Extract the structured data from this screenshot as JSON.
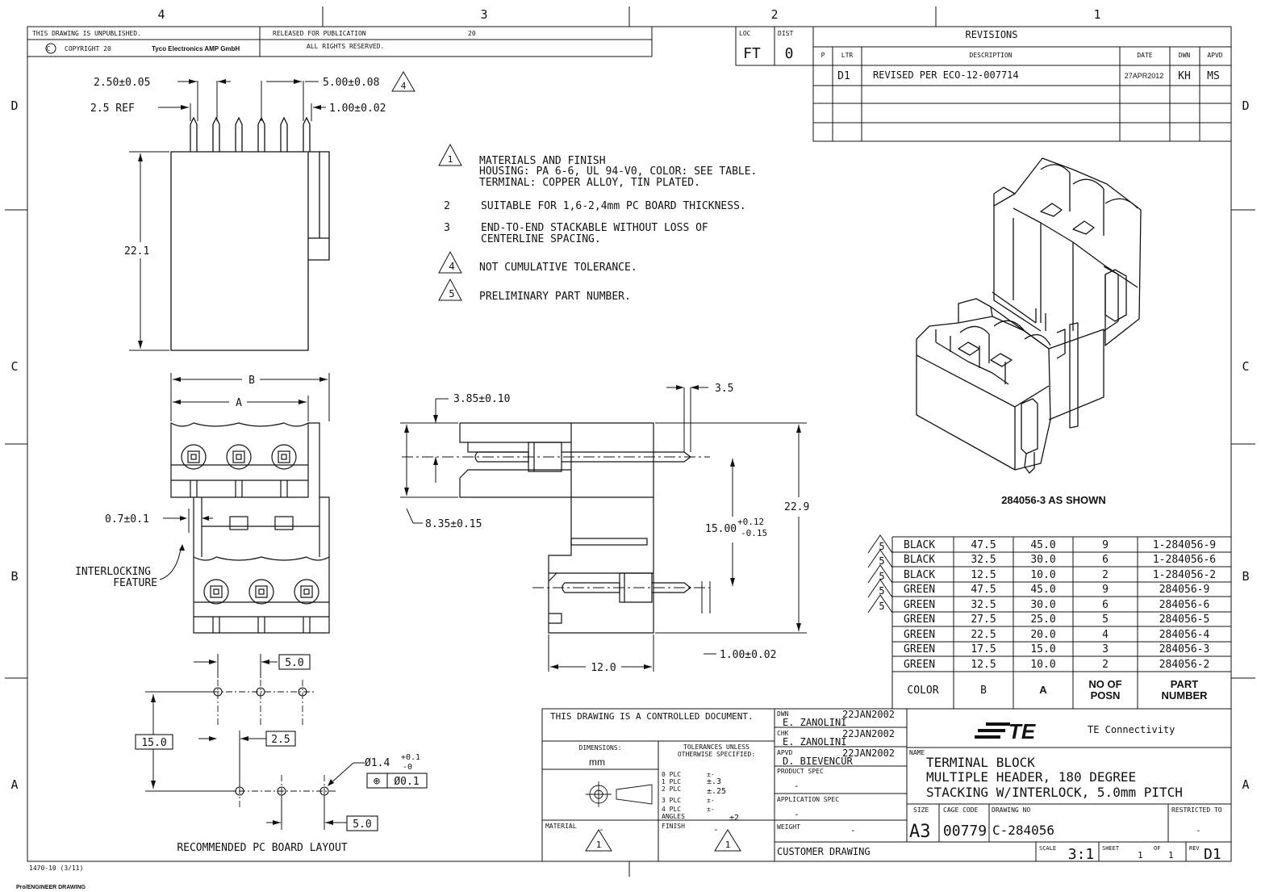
{
  "frame": {
    "cols": [
      "4",
      "3",
      "2",
      "1"
    ],
    "rows": [
      "D",
      "C",
      "B",
      "A"
    ]
  },
  "header": {
    "unpublished": "THIS DRAWING IS UNPUBLISHED.",
    "released": "RELEASED FOR PUBLICATION",
    "released_year": "20",
    "copyright": "COPYRIGHT 20",
    "company": "Tyco Electronics AMP GmbH",
    "rights": "ALL RIGHTS RESERVED.",
    "loc_label": "LOC",
    "loc_value": "FT",
    "dist_label": "DIST",
    "dist_value": "0"
  },
  "revisions": {
    "title": "REVISIONS",
    "headers": [
      "P",
      "LTR",
      "DESCRIPTION",
      "DATE",
      "DWN",
      "APVD"
    ],
    "rows": [
      {
        "p": "",
        "ltr": "D1",
        "desc": "REVISED PER ECO-12-007714",
        "date": "27APR2012",
        "dwn": "KH",
        "apvd": "MS"
      }
    ]
  },
  "notes": [
    {
      "num": "1",
      "flag": true,
      "lines": [
        "MATERIALS AND FINISH",
        "HOUSING: PA 6-6, UL 94-V0, COLOR: SEE TABLE.",
        "TERMINAL: COPPER ALLOY, TIN PLATED."
      ]
    },
    {
      "num": "2",
      "flag": false,
      "lines": [
        "SUITABLE FOR 1,6-2,4mm PC BOARD THICKNESS."
      ]
    },
    {
      "num": "3",
      "flag": false,
      "lines": [
        "END-TO-END STACKABLE WITHOUT LOSS OF",
        "CENTERLINE SPACING."
      ]
    },
    {
      "num": "4",
      "flag": true,
      "lines": [
        "NOT CUMULATIVE TOLERANCE."
      ]
    },
    {
      "num": "5",
      "flag": true,
      "lines": [
        "PRELIMINARY PART NUMBER."
      ]
    }
  ],
  "dims": {
    "d1": "2.50±0.05",
    "d2": "5.00±0.08",
    "d2_flag": "4",
    "d3": "2.5 REF",
    "d4": "1.00±0.02",
    "d5": "22.1",
    "b": "B",
    "a": "A",
    "d6": "0.7±0.1",
    "interlock1": "INTERLOCKING",
    "interlock2": "FEATURE",
    "s1": "3.85±0.10",
    "s2": "3.5",
    "s3": "8.35±0.15",
    "s4": "22.9",
    "s5": "15.00",
    "s5_up": "+0.12",
    "s5_dn": "-0.15",
    "s6": "1.00±0.02",
    "s7": "12.0"
  },
  "pcb": {
    "p1": "5.0",
    "p2": "15.0",
    "p3": "2.5",
    "p4": "5.0",
    "hole": "Ø1.4",
    "hole_up": "+0.1",
    "hole_dn": "-0",
    "tol_sym": "⊕",
    "tol_val": "Ø0.1",
    "title": "RECOMMENDED PC BOARD LAYOUT"
  },
  "iso_caption": "284056-3 AS SHOWN",
  "part_table": {
    "headers": [
      "COLOR",
      "B",
      "A",
      "NO OF POSN",
      "PART NUMBER"
    ],
    "rows": [
      {
        "flag": "5",
        "color": "BLACK",
        "b": "47.5",
        "a": "45.0",
        "posn": "9",
        "part": "1-284056-9"
      },
      {
        "flag": "5",
        "color": "BLACK",
        "b": "32.5",
        "a": "30.0",
        "posn": "6",
        "part": "1-284056-6"
      },
      {
        "flag": "5",
        "color": "BLACK",
        "b": "12.5",
        "a": "10.0",
        "posn": "2",
        "part": "1-284056-2"
      },
      {
        "flag": "5",
        "color": "GREEN",
        "b": "47.5",
        "a": "45.0",
        "posn": "9",
        "part": "284056-9"
      },
      {
        "flag": "5",
        "color": "GREEN",
        "b": "32.5",
        "a": "30.0",
        "posn": "6",
        "part": "284056-6"
      },
      {
        "flag": "",
        "color": "GREEN",
        "b": "27.5",
        "a": "25.0",
        "posn": "5",
        "part": "284056-5"
      },
      {
        "flag": "",
        "color": "GREEN",
        "b": "22.5",
        "a": "20.0",
        "posn": "4",
        "part": "284056-4"
      },
      {
        "flag": "",
        "color": "GREEN",
        "b": "17.5",
        "a": "15.0",
        "posn": "3",
        "part": "284056-3"
      },
      {
        "flag": "",
        "color": "GREEN",
        "b": "12.5",
        "a": "10.0",
        "posn": "2",
        "part": "284056-2"
      }
    ]
  },
  "title_block": {
    "controlled": "THIS DRAWING IS A CONTROLLED DOCUMENT.",
    "dimensions_label": "DIMENSIONS:",
    "dimensions_unit": "mm",
    "tol_label1": "TOLERANCES UNLESS",
    "tol_label2": "OTHERWISE SPECIFIED:",
    "tol_rows": [
      {
        "k": "0 PLC",
        "v": "±-"
      },
      {
        "k": "1 PLC",
        "v": "±.3"
      },
      {
        "k": "2 PLC",
        "v": "±.25"
      },
      {
        "k": "3 PLC",
        "v": "±-"
      },
      {
        "k": "4 PLC",
        "v": "±-"
      },
      {
        "k": "ANGLES",
        "v": "±2"
      }
    ],
    "material_label": "MATERIAL",
    "material_value": "-",
    "finish_label": "FINISH",
    "finish_value": "-",
    "dwn_label": "DWN",
    "dwn_name": "E. ZANOLINI",
    "dwn_date": "22JAN2002",
    "chk_label": "CHK",
    "chk_name": "E. ZANOLINI",
    "chk_date": "22JAN2002",
    "apvd_label": "APVD",
    "apvd_name": "D. BIEVENCUR",
    "apvd_date": "22JAN2002",
    "product_spec_label": "PRODUCT SPEC",
    "product_spec_value": "-",
    "app_spec_label": "APPLICATION SPEC",
    "app_spec_value": "-",
    "weight_label": "WEIGHT",
    "weight_value": "-",
    "customer_drawing": "CUSTOMER DRAWING",
    "logo": "TE",
    "brand": "TE Connectivity",
    "name_label": "NAME",
    "name1": "TERMINAL BLOCK",
    "name2": "MULTIPLE HEADER, 180 DEGREE",
    "name3": "STACKING W/INTERLOCK, 5.0mm PITCH",
    "size_label": "SIZE",
    "size_value": "A3",
    "cage_label": "CAGE CODE",
    "cage_value": "00779",
    "dwgno_label": "DRAWING NO",
    "dwgno_value": "C-284056",
    "restricted_label": "RESTRICTED TO",
    "restricted_value": "-",
    "scale_label": "SCALE",
    "scale_value": "3:1",
    "sheet_label": "SHEET",
    "sheet_value": "1",
    "of_label": "OF",
    "of_value": "1",
    "rev_label": "REV",
    "rev_value": "D1"
  },
  "footer": {
    "form": "1470-10 (3/11)",
    "software": "Pro/ENGINEER DRAWING"
  }
}
